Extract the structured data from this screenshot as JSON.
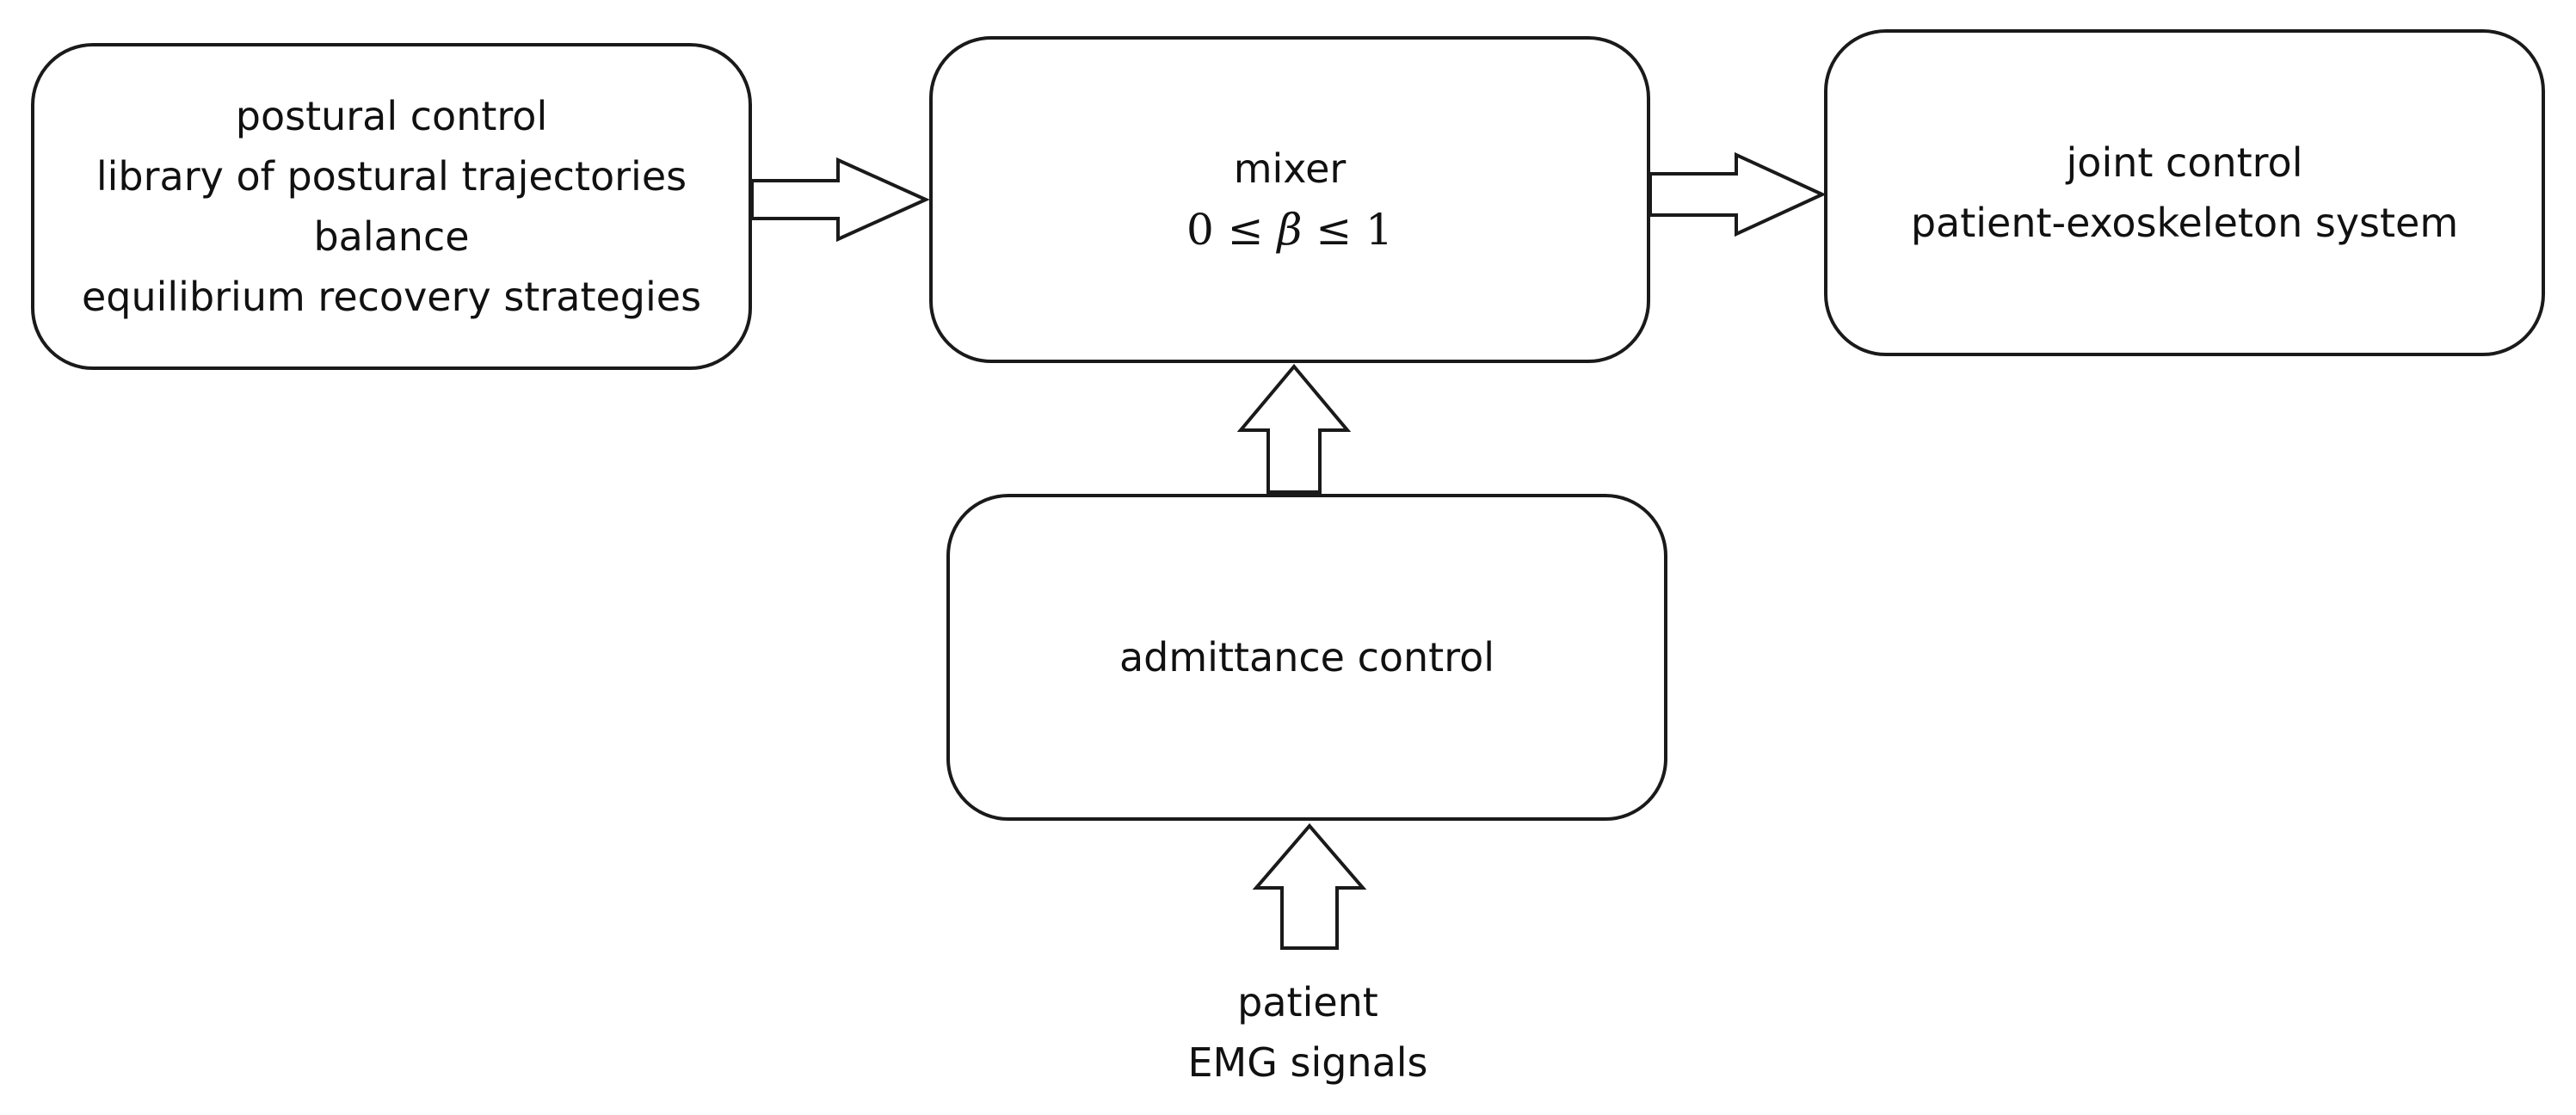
{
  "diagram": {
    "postural_box": {
      "lines": [
        "postural control",
        "library of postural trajectories",
        "balance",
        "equilibrium recovery strategies"
      ]
    },
    "mixer_box": {
      "title": "mixer",
      "formula_left": "0 ≤ ",
      "formula_symbol": "β",
      "formula_right": " ≤ 1"
    },
    "joint_box": {
      "lines": [
        "joint control",
        "patient-exoskeleton system"
      ]
    },
    "admittance_box": {
      "title": "admittance control"
    },
    "input_label": {
      "lines": [
        "patient",
        "EMG signals"
      ]
    },
    "colors": {
      "stroke": "#1a1a1a",
      "fill": "#ffffff",
      "text": "#111111"
    },
    "edges": [
      {
        "from": "postural control",
        "to": "mixer"
      },
      {
        "from": "mixer",
        "to": "joint control"
      },
      {
        "from": "admittance control",
        "to": "mixer"
      },
      {
        "from": "patient",
        "to": "admittance control"
      }
    ]
  }
}
